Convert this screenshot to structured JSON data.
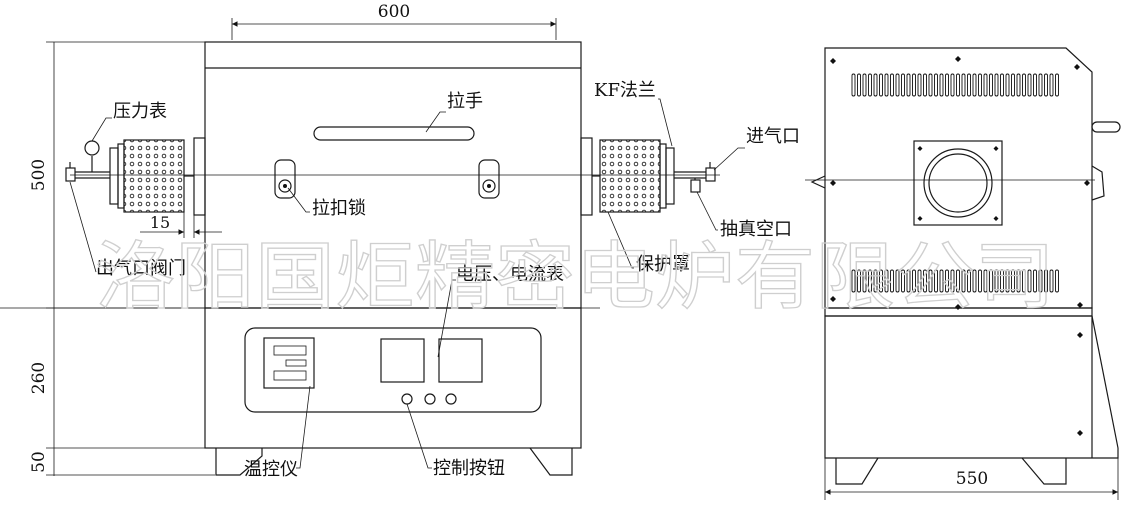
{
  "dimensions": {
    "width_top": "600",
    "height_upper": "500",
    "height_middle": "260",
    "height_base": "50",
    "gap_small": "15",
    "depth_side": "550"
  },
  "labels": {
    "pressure_gauge": "压力表",
    "handle": "拉手",
    "kf_flange": "KF法兰",
    "gas_inlet": "进气口",
    "latch_lock": "拉扣锁",
    "vacuum_port": "抽真空口",
    "gas_outlet_valve": "出气口阀门",
    "voltage_current_meter": "电压、电流表",
    "protective_cover": "保护罩",
    "temperature_controller": "温控仪",
    "control_buttons": "控制按钮"
  },
  "watermark": "洛阳国炬精密电炉有限公司"
}
